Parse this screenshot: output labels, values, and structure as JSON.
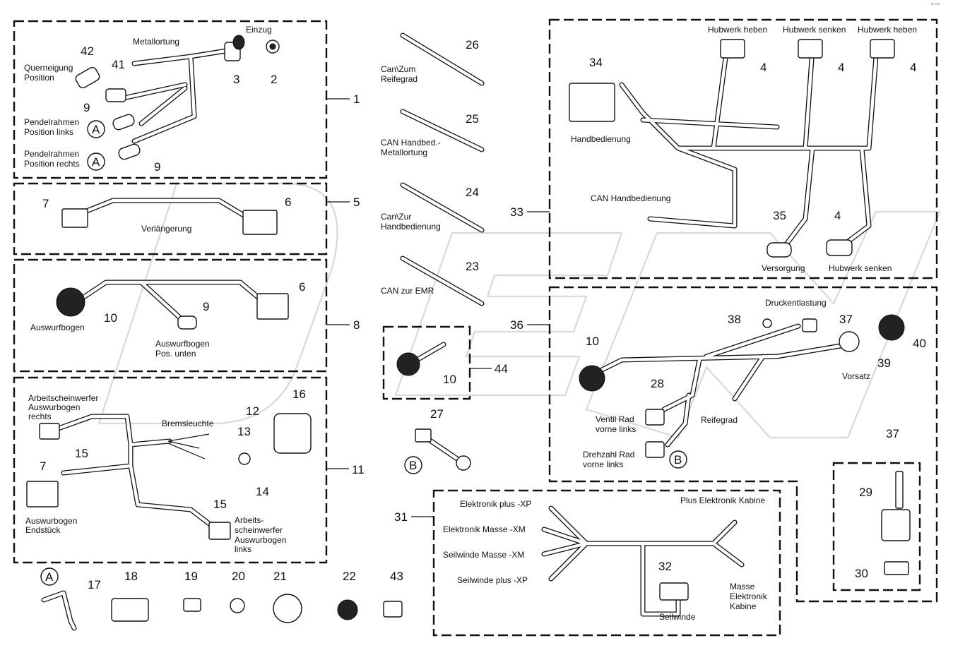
{
  "corner_mark": "ᵉᵖ ᵉᵉᵉ",
  "parts": {
    "p1": "1",
    "p2": "2",
    "p3": "3",
    "p4": "4",
    "p5": "5",
    "p6": "6",
    "p7": "7",
    "p8": "8",
    "p9": "9",
    "p10": "10",
    "p11": "11",
    "p12": "12",
    "p13": "13",
    "p14": "14",
    "p15": "15",
    "p16": "16",
    "p17": "17",
    "p18": "18",
    "p19": "19",
    "p20": "20",
    "p21": "21",
    "p22": "22",
    "p23": "23",
    "p24": "24",
    "p25": "25",
    "p26": "26",
    "p27": "27",
    "p28": "28",
    "p29": "29",
    "p30": "30",
    "p31": "31",
    "p32": "32",
    "p33": "33",
    "p34": "34",
    "p35": "35",
    "p36": "36",
    "p37": "37",
    "p38": "38",
    "p39": "39",
    "p40": "40",
    "p41": "41",
    "p42": "42",
    "p43": "43",
    "p44": "44"
  },
  "markers": {
    "a": "A",
    "b": "B"
  },
  "labels": {
    "einzug": "Einzug",
    "metallortung": "Metallortung",
    "querneigung_1": "Querneigung",
    "querneigung_2": "Position",
    "pendel_links_1": "Pendelrahmen",
    "pendel_links_2": "Position links",
    "pendel_rechts_1": "Pendelrahmen",
    "pendel_rechts_2": "Position rechts",
    "verlaengerung": "Verlängerung",
    "auswurfbogen": "Auswurfbogen",
    "auswurf_unten_1": "Auswurfbogen",
    "auswurf_unten_2": "Pos. unten",
    "aw_rechts_1": "Arbeitscheinwerfer",
    "aw_rechts_2": "Auswurbogen",
    "aw_rechts_3": "rechts",
    "bremsleuchte": "Bremsleuchte",
    "endstueck_1": "Auswurbogen",
    "endstueck_2": "Endstück",
    "aw_links_1": "Arbeits-",
    "aw_links_2": "scheinwerfer",
    "aw_links_3": "Auswurbogen",
    "aw_links_4": "links",
    "can_reife_1": "Can\\Zum",
    "can_reife_2": "Reifegrad",
    "can_handbed_1": "CAN Handbed.-",
    "can_handbed_2": "Metallortung",
    "can_zur_1": "Can\\Zur",
    "can_zur_2": "Handbedienung",
    "can_emr": "CAN zur EMR",
    "hub_heben_1": "Hubwerk heben",
    "hub_senken_1": "Hubwerk senken",
    "hub_heben_2": "Hubwerk heben",
    "handbedienung": "Handbedienung",
    "can_handbedienung": "CAN Handbedienung",
    "versorgung": "Versorgung",
    "hub_senken_2": "Hubwerk senken",
    "druckentlastung": "Druckentlastung",
    "vorsatz": "Vorsatz",
    "ventil_1": "Ventil Rad",
    "ventil_2": "vorne links",
    "reifegrad": "Reifegrad",
    "drehzahl_1": "Drehzahl Rad",
    "drehzahl_2": "vorne links",
    "el_plus": "Elektronik plus -XP",
    "el_masse": "Elektronik Masse -XM",
    "sw_masse": "Seilwinde Masse -XM",
    "sw_plus": "Seilwinde plus -XP",
    "plus_kabine": "Plus Elektronik Kabine",
    "masse_kab_1": "Masse",
    "masse_kab_2": "Elektronik",
    "masse_kab_3": "Kabine",
    "seilwinde": "Seilwinde"
  }
}
